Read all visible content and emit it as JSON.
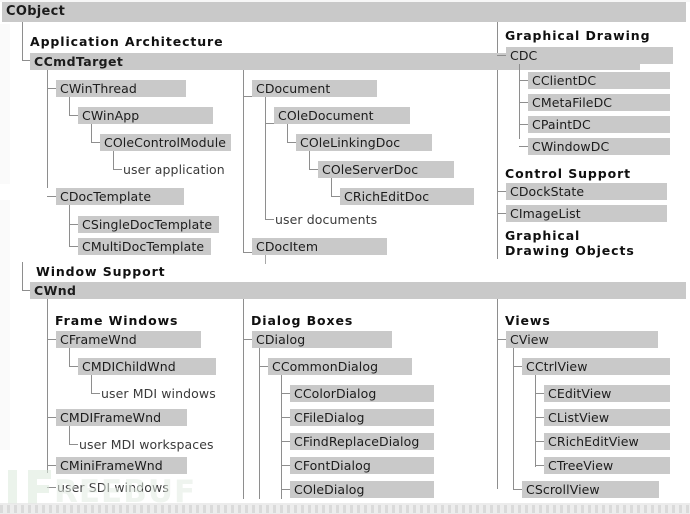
{
  "diagram": {
    "title": "CObject",
    "root_label": "CObject",
    "sections": [
      {
        "id": "application-architecture",
        "heading": "Application Architecture",
        "base_class": "CCmdTarget",
        "branches": [
          {
            "id": "cwinthread",
            "nodes": [
              "CWinThread",
              "CWinApp",
              "COleControlModule",
              "user application"
            ]
          },
          {
            "id": "cdoctemplate",
            "nodes": [
              "CDocTemplate",
              "CSingleDocTemplate",
              "CMultiDocTemplate"
            ]
          },
          {
            "id": "cdocument",
            "nodes": [
              "CDocument",
              "COleDocument",
              "COleLinkingDoc",
              "COleServerDoc",
              "CRichEditDoc",
              "user documents"
            ]
          },
          {
            "id": "cdocitem",
            "nodes": [
              "CDocItem"
            ]
          }
        ]
      },
      {
        "id": "graphical-drawing",
        "heading": "Graphical Drawing",
        "base_class": "CDC",
        "children": [
          "CClientDC",
          "CMetaFileDC",
          "CPaintDC",
          "CWindowDC"
        ]
      },
      {
        "id": "control-support",
        "heading": "Control Support",
        "items": [
          "CDockState",
          "CImageList"
        ]
      },
      {
        "id": "graphical-drawing-objects",
        "heading_line1": "Graphical",
        "heading_line2": "Drawing Objects"
      },
      {
        "id": "window-support",
        "heading": "Window Support",
        "base_class": "CWnd",
        "columns": [
          {
            "id": "frame-windows",
            "heading": "Frame Windows",
            "nodes": [
              "CFrameWnd",
              "CMDIChildWnd",
              "user MDI windows",
              "CMDIFrameWnd",
              "user MDI workspaces",
              "CMiniFrameWnd",
              "user SDI windows"
            ]
          },
          {
            "id": "dialog-boxes",
            "heading": "Dialog Boxes",
            "nodes": [
              "CDialog",
              "CCommonDialog",
              "CColorDialog",
              "CFileDialog",
              "CFindReplaceDialog",
              "CFontDialog",
              "COleDialog"
            ]
          },
          {
            "id": "views",
            "heading": "Views",
            "nodes": [
              "CView",
              "CCtrlView",
              "CEditView",
              "CListView",
              "CRichEditView",
              "CTreeView",
              "CScrollView"
            ]
          }
        ]
      }
    ]
  },
  "watermark": {
    "text": "REEBUF"
  },
  "colors": {
    "bar_background": "#c9c9c9",
    "page_background": "#ffffff",
    "connector": "#8e8e8e",
    "text": "#1c1c1c"
  }
}
